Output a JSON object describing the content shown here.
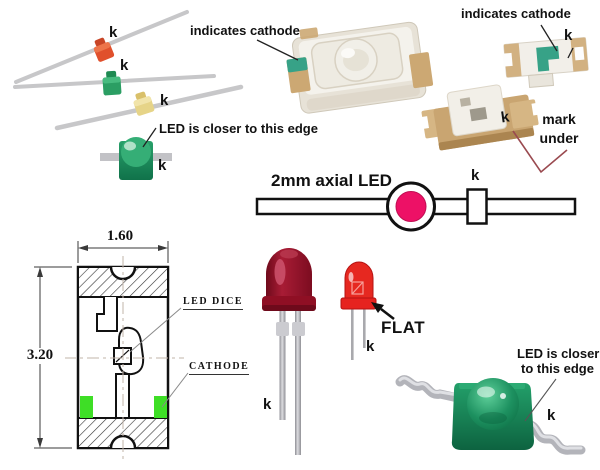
{
  "labels": {
    "k": "k",
    "indicates_cathode": "indicates cathode",
    "led_closer_edge": "LED is closer to this edge",
    "led_closer_line1": "LED is closer",
    "led_closer_line2": "to this edge",
    "mark_line1": "mark",
    "mark_line2": "under",
    "axial_2mm": "2mm axial LED",
    "flat": "FLAT",
    "dim_width": "1.60",
    "dim_height": "3.20",
    "led_dice": "LED DICE",
    "cathode": "CATHODE"
  },
  "colors": {
    "background": "#ffffff",
    "text": "#111111",
    "cathode_mark_teal": "#37a287",
    "terminal_tan": "#c9a571",
    "axial_led_orange": "#e0502c",
    "axial_led_green": "#2b9e63",
    "axial_led_yellow": "#e6d488",
    "green_led_body": "#1d9160",
    "red_led_5mm": "#8f0f24",
    "red_led_3mm": "#e62820",
    "diagram_pink": "#ed1166",
    "drawing_cathode_green": "#3ede26",
    "mark_under_leader_red": "#9a4a50",
    "wire_silver": "#c7c7c9"
  }
}
